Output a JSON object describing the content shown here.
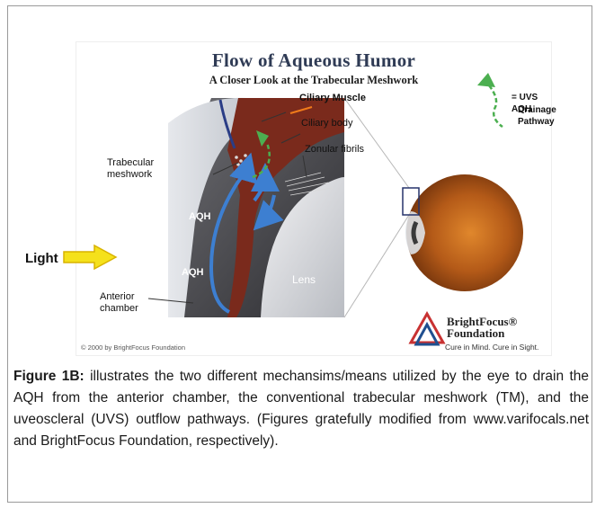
{
  "figure": {
    "title": "Flow of Aqueous Humor",
    "subtitle": "A Closer Look at the Trabecular Meshwork",
    "labels": {
      "ciliary_muscle": "Ciliary Muscle",
      "ciliary_body": "Ciliary body",
      "zonular_fibrils": "Zonular fibrils",
      "trabecular_line1": "Trabecular",
      "trabecular_line2": "meshwork",
      "aqh_upper": "AQH",
      "aqh_lower": "AQH",
      "lens": "Lens",
      "anterior_line1": "Anterior",
      "anterior_line2": "chamber"
    },
    "legend": {
      "line1": "= UVS AQH",
      "line2": "Drainage",
      "line3": "Pathway"
    },
    "copyright": "© 2000 by BrightFocus Foundation",
    "brand": {
      "name_line1": "BrightFocus®",
      "name_line2": "Foundation",
      "tagline": "Cure in Mind. Cure in Sight."
    },
    "colors": {
      "ciliary_tissue": "#7a2a1c",
      "aqh_flow": "#3d7fd1",
      "uvs_pathway": "#4caf50",
      "light_arrow": "#f5e11b"
    }
  },
  "light_label": "Light",
  "caption": {
    "label": "Figure 1B:",
    "text": " illustrates the two different mechansims/means utilized by the eye to drain the AQH from the anterior chamber, the conventional trabecular meshwork (TM), and the uveoscleral (UVS) outflow pathways. (Figures gratefully modified from www.varifocals.net and BrightFocus Foundation, respectively)."
  }
}
